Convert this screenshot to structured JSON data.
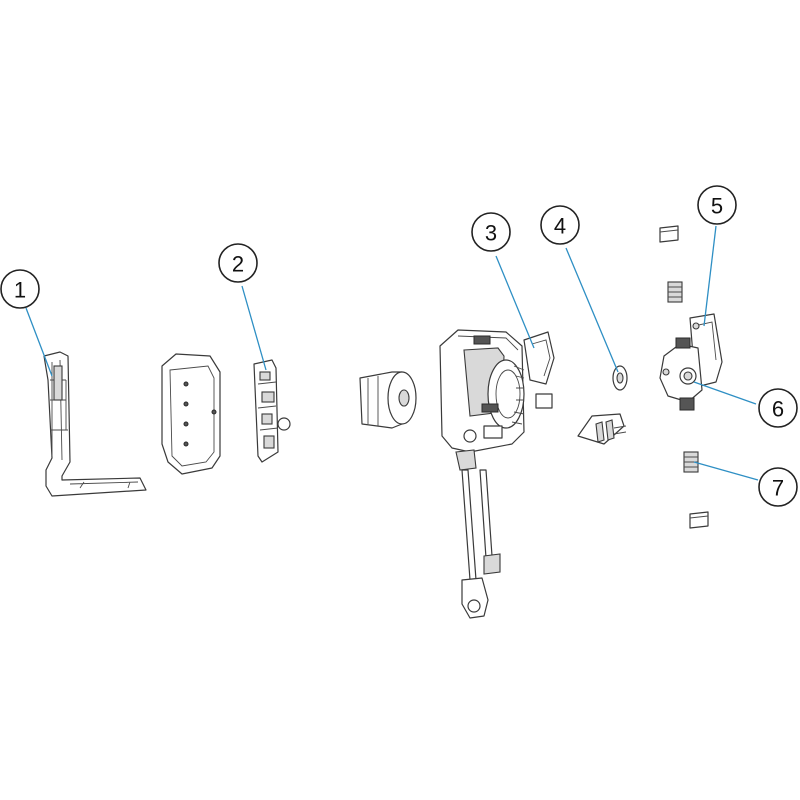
{
  "callouts": [
    {
      "id": "1",
      "label": "1"
    },
    {
      "id": "2",
      "label": "2"
    },
    {
      "id": "3",
      "label": "3"
    },
    {
      "id": "4",
      "label": "4"
    },
    {
      "id": "5",
      "label": "5"
    },
    {
      "id": "6",
      "label": "6"
    },
    {
      "id": "7",
      "label": "7"
    }
  ],
  "colors": {
    "leader": "#2e8fc4",
    "outline": "#3a3a3a"
  }
}
